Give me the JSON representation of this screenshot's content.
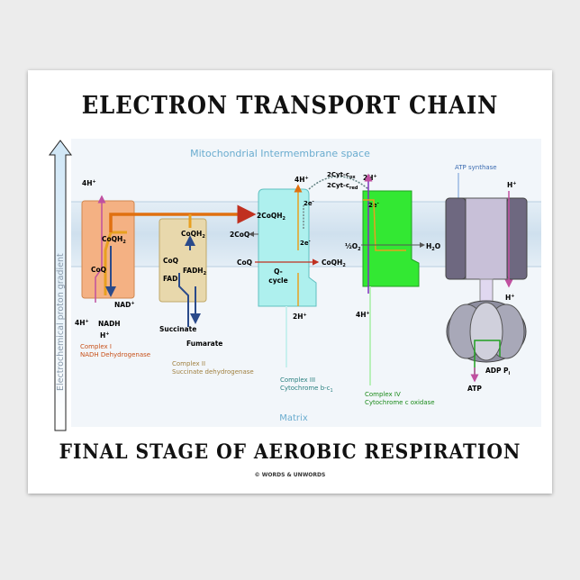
{
  "titles": {
    "top": "ELECTRON TRANSPORT CHAIN",
    "bottom": "FINAL STAGE OF AEROBIC RESPIRATION",
    "credit": "© WORDS & UNWORDS"
  },
  "regions": {
    "intermembrane": "Mitochondrial Intermembrane space",
    "matrix": "Matrix",
    "gradient": "Electrochemical proton gradient"
  },
  "complex1": {
    "name": "Complex I",
    "subtitle": "NADH Dehydrogenase",
    "coqh2": "CoQH",
    "coq": "CoQ",
    "nad": "NAD",
    "nadh": "NADH",
    "hplus": "H",
    "h4_top": "4H",
    "h4_bottom": "4H"
  },
  "complex2": {
    "name": "Complex II",
    "subtitle": "Succinate dehydrogenase",
    "coqh2": "CoQH",
    "coq": "CoQ",
    "fadh2": "FADH",
    "fad": "FAD",
    "succinate": "Succinate",
    "fumarate": "Fumarate"
  },
  "complex3": {
    "name": "Complex III",
    "subtitle": "Cytochrome b-c",
    "subtitle_sub": "1",
    "h4": "4H",
    "h2": "2H",
    "coqh2_2": "2CoQH",
    "coq_2": "2CoQ",
    "coq": "CoQ",
    "coqh2": "CoQH",
    "e2_top": "2e",
    "e2_bottom": "2e",
    "qcycle_1": "Q-",
    "qcycle_2": "cycle",
    "cyt_ox": "2Cyt-c",
    "cyt_ox_sub": "ox",
    "cyt_red": "2Cyt-c",
    "cyt_red_sub": "red"
  },
  "complex4": {
    "name": "Complex IV",
    "subtitle": "Cytochrome c oxidase",
    "h2": "2H",
    "h4": "4H",
    "e2": "2e",
    "o2": "½O",
    "h2o": "H"
  },
  "synthase": {
    "name": "ATP synthase",
    "h_top": "H",
    "h_bottom": "H",
    "adp": "ADP",
    "pi": "P",
    "pi_sub": "i",
    "atp": "ATP"
  },
  "colors": {
    "complex1": "#f4b183",
    "complex2": "#e8d8ac",
    "complex3": "#aef0ee",
    "complex4": "#33e833",
    "synthase": "#a8a0b8",
    "electron_path": "#e8a020",
    "matrix_text": "#66aacc",
    "membrane": "#d6e6f2"
  }
}
